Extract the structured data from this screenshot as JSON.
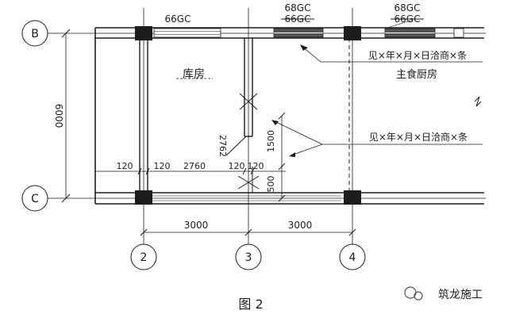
{
  "axes": {
    "row_top": "B",
    "row_bottom": "C",
    "col_left": "2",
    "col_mid": "3",
    "col_right": "4"
  },
  "dimensions": {
    "height_bc": "6000",
    "span_23": "3000",
    "span_34": "3000",
    "wall_a": "120",
    "wall_b": "120",
    "len_2760": "2760",
    "wall_c": "120",
    "wall_d": "120",
    "door_1500": "1500",
    "door_500": "500",
    "dim_2762": "2762"
  },
  "windows": {
    "w1": "66GC",
    "w2_new": "68GC",
    "w2_old": "66GC",
    "w3_new": "68GC",
    "w3_old": "66GC"
  },
  "rooms": {
    "storage": "库房",
    "kitchen": "主食厨房"
  },
  "notes": {
    "note_top": "见×年×月×日洽商×条",
    "note_mid": "见×年×月×日洽商×条"
  },
  "caption": "图   2",
  "watermark": "筑龙施工"
}
